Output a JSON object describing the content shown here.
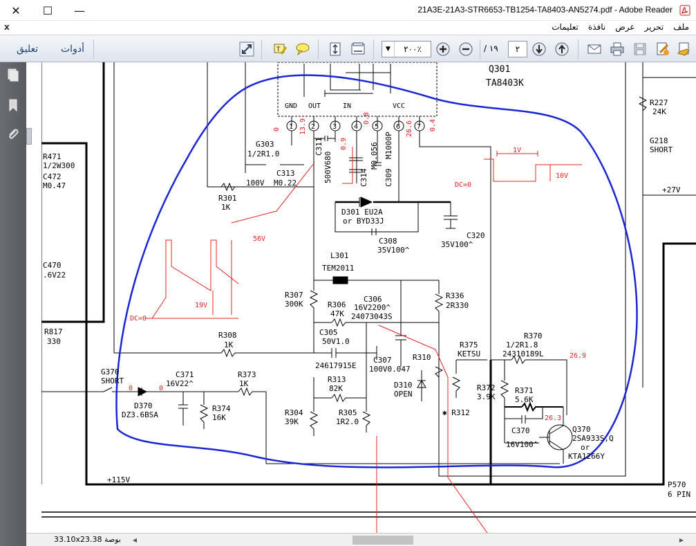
{
  "window": {
    "title": "21A3E-21A3-STR6653-TB1254-TA8403-AN5274.pdf - Adobe Reader",
    "controls": {
      "close": "✕",
      "maximize": "☐",
      "minimize": "—"
    }
  },
  "menubar": {
    "close_doc": "x",
    "items": [
      "ملف",
      "تحرير",
      "عرض",
      "نافذة",
      "تعليمات"
    ]
  },
  "toolbar": {
    "comment_label": "تعليق",
    "tools_label": "أدوات",
    "zoom_value": "۲۰۰٪",
    "page_current": "۲",
    "page_total": "/ ۱۹"
  },
  "statusbar": {
    "page_size": "33.10x23.38 بوصة"
  },
  "schematic": {
    "labels": {
      "q301": "Q301",
      "ta8403k": "TA8403K",
      "gnd": "GND",
      "out": "OUT",
      "in": "IN",
      "vcc": "VCC",
      "pin1": "1",
      "pin2": "2",
      "pin3": "3",
      "pin4": "4",
      "pin5": "5",
      "pin6": "6",
      "pin7": "7",
      "v0": "0",
      "v139": "13.9",
      "v09": "0.9",
      "v08": "0.8",
      "v266": "26.6",
      "v04": "0.4",
      "g303": "G303",
      "g303v": "1/2R1.0",
      "c313": "C313",
      "c313v": "M0.22",
      "v100": "100V",
      "c311": "C311",
      "c311v": "500V680",
      "c314": "C314",
      "c314v": "M0.056",
      "c309": "C309",
      "c309v": "M1000P",
      "r301": "R301",
      "r301v": "1K",
      "r471": "R471",
      "r471v": "1/2W300",
      "c472": "C472",
      "c472v": "M0.47",
      "c470": "C470",
      "c470v": ".6V22",
      "r817": "R817",
      "r817v": "330",
      "d301": "D301  EU2A",
      "d301b": "or  BYD33J",
      "c308": "C308",
      "c308v": "35V100^",
      "c320": "C320",
      "c320v": "35V100^",
      "l301": "L301",
      "l301v": "TEM2011",
      "r307": "R307",
      "r307v": "300K",
      "r306": "R306",
      "r306v": "47K",
      "c306": "C306",
      "c306v": "16V2200^",
      "c306n": "24073043S",
      "r336": "R336",
      "r336v": "2R330",
      "c305": "C305",
      "c305v": "50V1.0",
      "c305n": "24617915E",
      "c307": "C307",
      "c307v": "100V0.047",
      "r308": "R308",
      "r308v": "1K",
      "r310": "R310",
      "d310": "D310",
      "d310v": "OPEN",
      "r313": "R313",
      "r313v": "82K",
      "r304": "R304",
      "r304v": "39K",
      "r305": "R305",
      "r305v": "1R2.0",
      "r312": "✱ R312",
      "r375": "R375",
      "r375v": "KETSU",
      "r370": "R370",
      "r370v": "1/2R1.8",
      "r370n": "24310189L",
      "v269": "26.9",
      "r372": "R372",
      "r372v": "3.9K",
      "r371": "R371",
      "r371v": "5.6K",
      "v263": "26.3",
      "c370": "C370",
      "c370v": "16V100^",
      "q370": "Q370",
      "q370v": "2SA933S,Q",
      "q370or": "or",
      "q370b": "KTA1266Y",
      "g370": "G370",
      "g370v": "SHORT",
      "c371": "C371",
      "c371v": "16V22^",
      "r373": "R373",
      "r373v": "1K",
      "d370": "D370",
      "d370v": "DZ3.6BSA",
      "r374": "R374",
      "r374v": "16K",
      "v115": "+115V",
      "r227": "R227",
      "r227v": "24K",
      "g218": "G218",
      "g218v": "SHORT",
      "v27": "+27V",
      "p570": "P570",
      "p570v": "6 PIN",
      "w1v": "1V",
      "w10v": "10V",
      "wdc0a": "DC=0",
      "w56v": "56V",
      "w19v": "19V",
      "wdc0b": "DC=0"
    }
  }
}
